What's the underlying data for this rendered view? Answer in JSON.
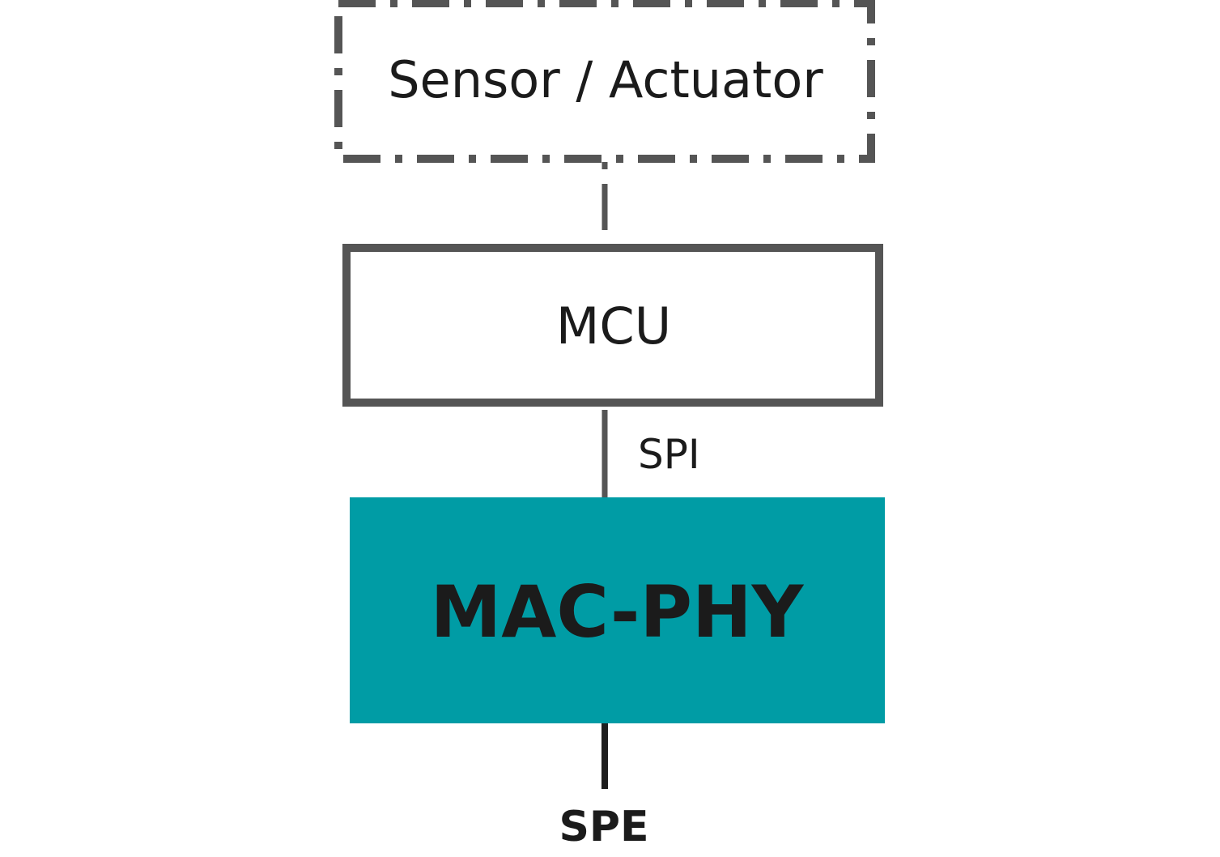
{
  "nodes": {
    "sensor": {
      "label": "Sensor / Actuator"
    },
    "mcu": {
      "label": "MCU"
    },
    "macphy": {
      "label": "MAC-PHY"
    }
  },
  "links": {
    "spi": {
      "label": "SPI"
    },
    "spe": {
      "label": "SPE"
    }
  },
  "colors": {
    "outline": "#555555",
    "text": "#1b1b1b",
    "macphy_fill": "#009ca5",
    "bus_line": "#1e1e1e"
  }
}
